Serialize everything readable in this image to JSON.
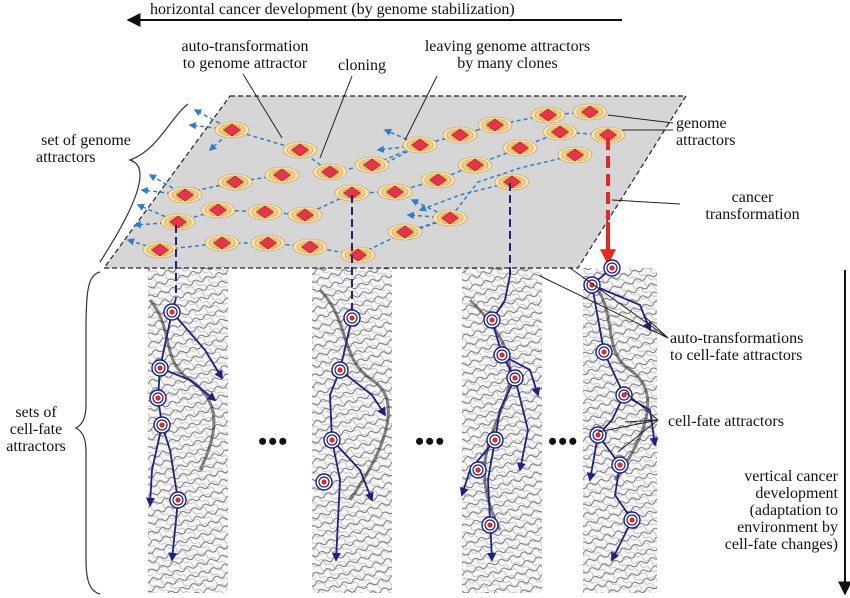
{
  "labels": {
    "top_arrow": "horizontal cancer development (by genome stabilization)",
    "auto_transformation_l1": "auto-transformation",
    "auto_transformation_l2": "to genome attractor",
    "cloning": "cloning",
    "leaving_l1": "leaving genome attractors",
    "leaving_l2": "by many clones",
    "set_of_genome_l1": "set of genome",
    "set_of_genome_l2": "attractors",
    "genome_attractors_l1": "genome",
    "genome_attractors_l2": "attractors",
    "cancer_transformation_l1": "cancer",
    "cancer_transformation_l2": "transformation",
    "auto_cellfate_l1": "auto-transformations",
    "auto_cellfate_l2": "to cell-fate attractors",
    "cell_fate_attractors": "cell-fate attractors",
    "sets_of_cellfate_l1": "sets of",
    "sets_of_cellfate_l2": "cell-fate",
    "sets_of_cellfate_l3": "attractors",
    "vertical_l1": "vertical cancer",
    "vertical_l2": "development",
    "vertical_l3": "(adaptation to",
    "vertical_l4": "environment by",
    "vertical_l5": "cell-fate changes)",
    "ellipsis": "•••"
  },
  "colors": {
    "plane_fill": "#d6d6d6",
    "attractor_ring": "#f3d38a",
    "attractor_core": "#e8344a",
    "path_blue": "#2f7fc8",
    "deep_blue": "#1f1f8a",
    "cancer_red": "#e8281e"
  }
}
